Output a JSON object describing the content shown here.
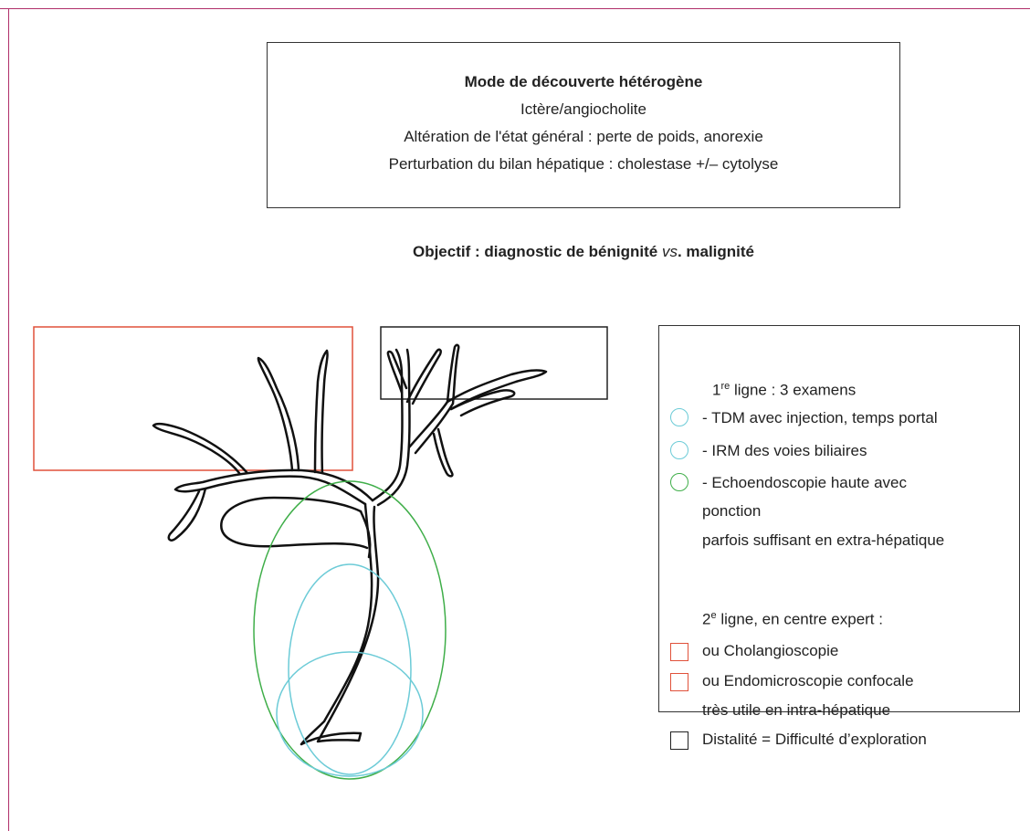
{
  "colors": {
    "frame": "#b0306a",
    "tree": "#111111",
    "green": "#3fae49",
    "cyan": "#6ccbd7",
    "red": "#e0513a",
    "black": "#222222"
  },
  "header": {
    "title": "Mode de découverte hétérogène",
    "lines": [
      "Ictère/angiocholite",
      "Altération de l'état général : perte de poids, anorexie",
      "Perturbation du bilan hépatique : cholestase +/– cytolyse"
    ]
  },
  "objective": {
    "before": "Objectif : diagnostic de bénignité ",
    "vs": "vs",
    "after": ". malignité"
  },
  "legend": {
    "first_line": {
      "prefix": "1",
      "sup": "re",
      "suffix": " ligne : 3 examens"
    },
    "exam_tdm": "- TDM avec injection, temps portal",
    "exam_irm": "- IRM des voies biliaires",
    "exam_echo_1": "- Echoendoscopie haute avec",
    "exam_echo_2": "ponction",
    "exam_echo_note": "parfois suffisant en extra-hépatique",
    "second_line": {
      "prefix": "2",
      "sup": "e",
      "suffix": " ligne, en centre expert :"
    },
    "cholangio": "ou Cholangioscopie",
    "endomicro": "ou Endomicroscopie confocale",
    "endomicro_note": "très utile en intra-hépatique",
    "distal": "Distalité = Difficulté d’exploration"
  }
}
